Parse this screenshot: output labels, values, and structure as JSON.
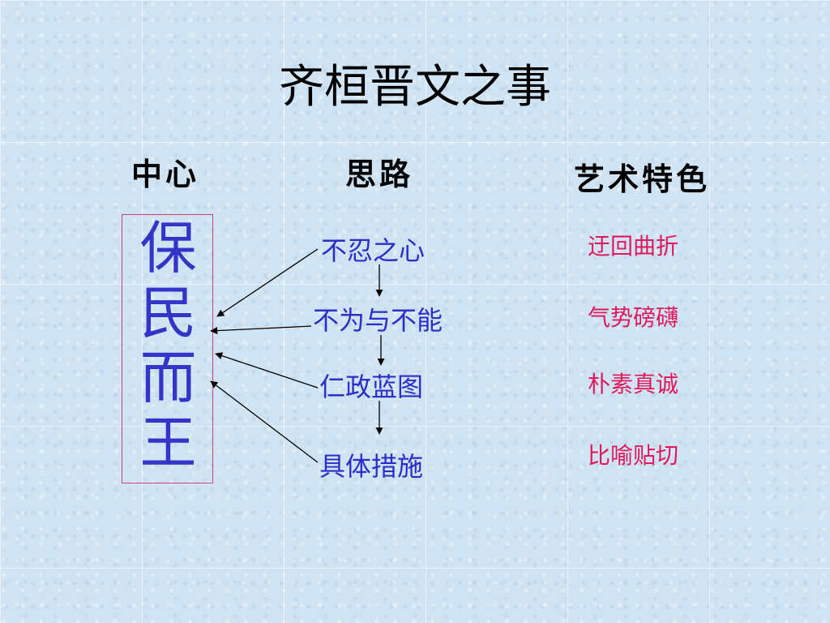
{
  "slide": {
    "title": "齐桓晋文之事",
    "headers": {
      "center": "中心",
      "thought": "思路",
      "art": "艺术特色"
    },
    "center_theme": [
      "保",
      "民",
      "而",
      "王"
    ],
    "steps": [
      "不忍之心",
      "不为与不能",
      "仁政蓝图",
      "具体措施"
    ],
    "features": [
      "迂回曲折",
      "气势磅礴",
      "朴素真诚",
      "比喻贴切"
    ],
    "colors": {
      "title": "#000000",
      "center": "#3434c8",
      "steps": "#2d2dc8",
      "features": "#e0185c",
      "box_border": "#d2407a"
    }
  }
}
